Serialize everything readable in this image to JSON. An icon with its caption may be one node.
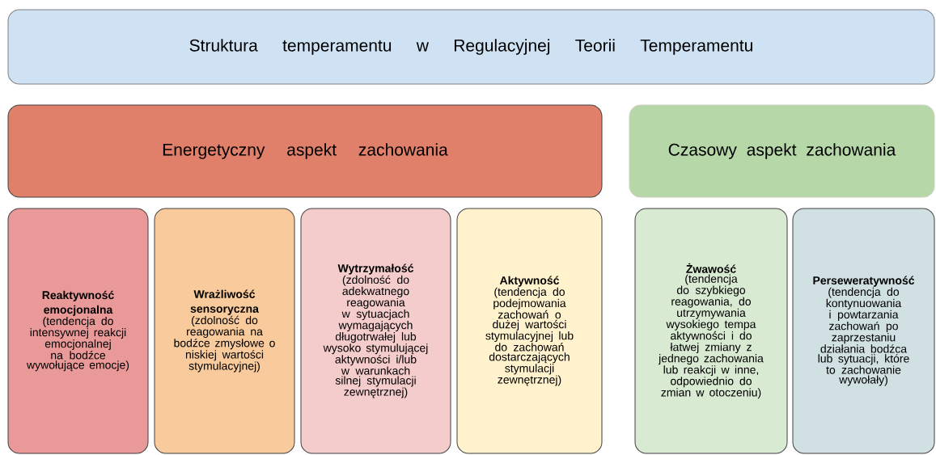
{
  "diagram": {
    "nodes": [
      {
        "text": [
          "Struktura temperamentu w Regulacyjnej Teorii Temperamentu"
        ]
      },
      {
        "text": [
          "Energetyczny aspekt zachowania"
        ]
      },
      {
        "text": [
          "Czasowy aspekt zachowania"
        ]
      },
      {
        "text": [
          "Reaktywność emocjonalna",
          "(tendencja do intensywnej reakcji emocjonalnej na bodźce wywołujące emocje)"
        ]
      },
      {
        "text": [
          "Wrażliwość sensoryczna",
          "(zdolność do reagowania na bodźce zmysłowe o niskiej wartości stymulacyjnej)"
        ]
      },
      {
        "text": [
          "Wytrzymałość",
          "(zdolność do adekwatnego reagowania w sytuacjach wymagających długotrwałej lub wysoko stymulującej aktywności i/lub w warunkach silnej stymulacji zewnętrznej)"
        ]
      },
      {
        "text": [
          "Aktywność",
          "(tendencja do podejmowania zachowań o dużej wartości stymulacyjnej lub do zachowań dostarczających stymulacji zewnętrznej)"
        ]
      },
      {
        "text": [
          "Żwawość",
          "(tendencja do szybkiego reagowania, do utrzymywania wysokiego tempa aktywności i do łatwej zmiany z jednego zachowania lub reakcji w inne, odpowiednio do zmian w otoczeniu)"
        ]
      },
      {
        "text": [
          "Perseweratywność",
          "(tendencja do kontynuowania i powtarzania zachowań po zaprzestaniu działania bodźca lub sytuacji, które to zachowanie wywołały)"
        ]
      }
    ]
  }
}
